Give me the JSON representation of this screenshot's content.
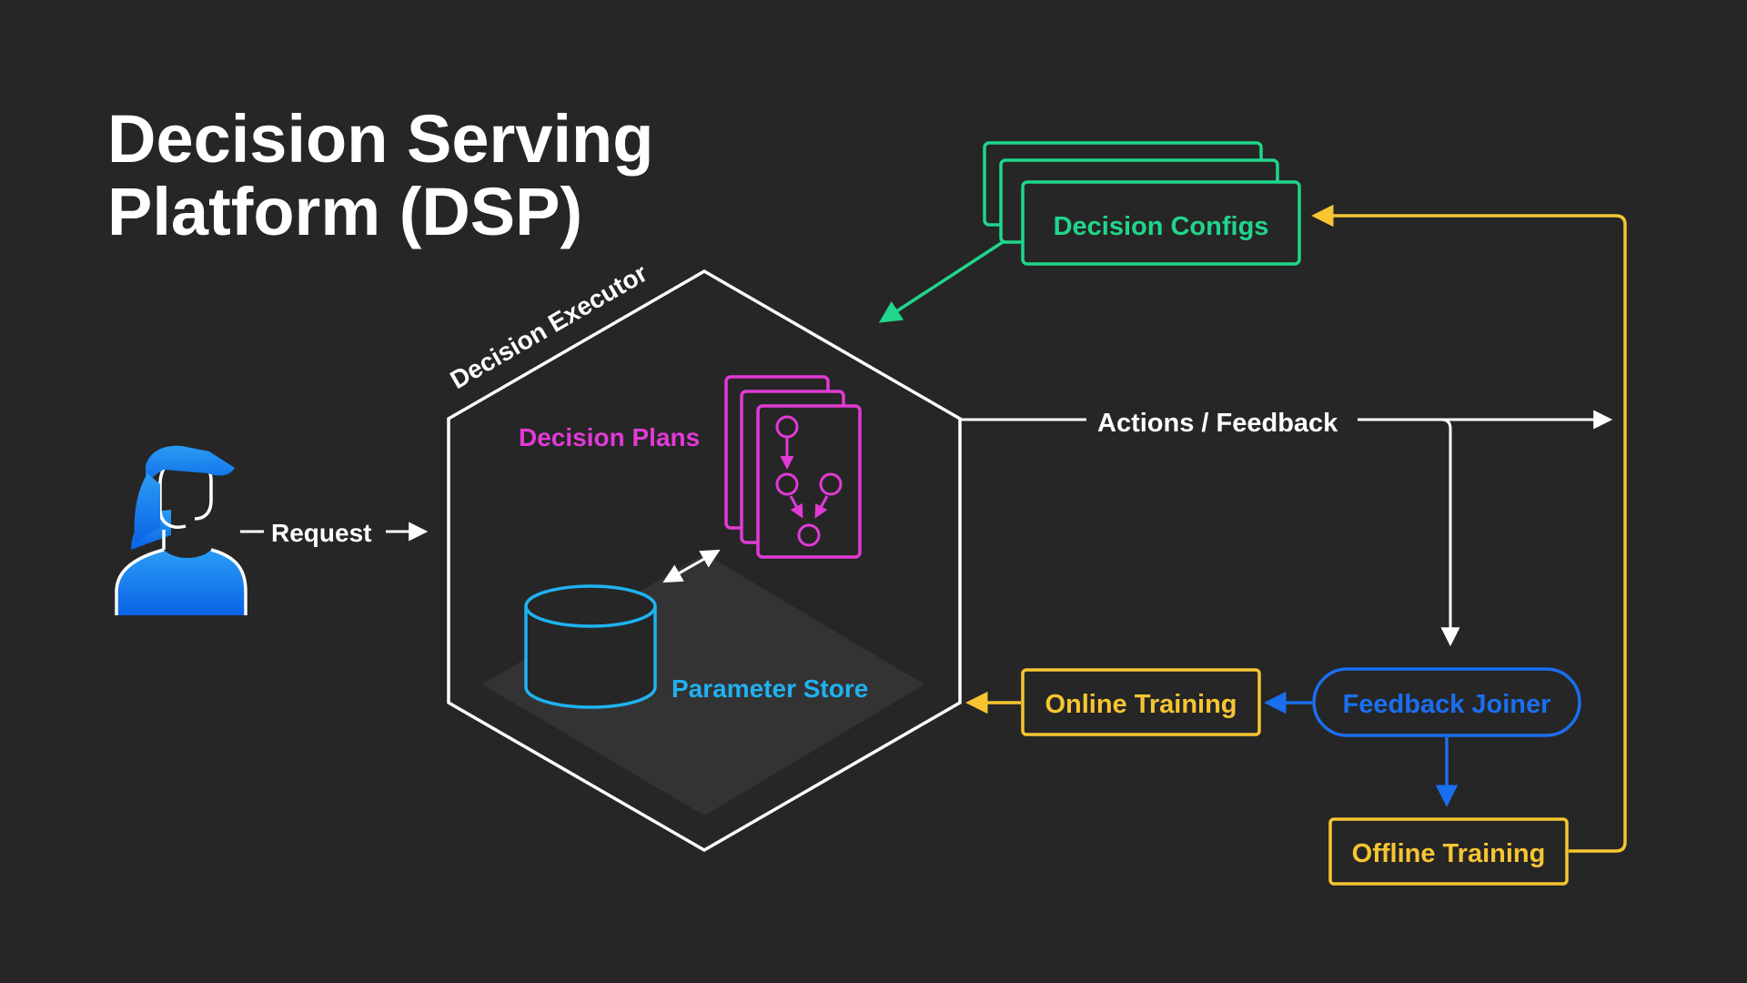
{
  "title": {
    "line1": "Decision Serving",
    "line2": "Platform (DSP)"
  },
  "labels": {
    "decision_executor": "Decision Executor",
    "decision_plans": "Decision Plans",
    "parameter_store": "Parameter Store",
    "decision_configs": "Decision Configs",
    "request": "Request",
    "actions_feedback": "Actions / Feedback",
    "online_training": "Online Training",
    "feedback_joiner": "Feedback Joiner",
    "offline_training": "Offline Training"
  },
  "colors": {
    "background": "#262626",
    "white": "#ffffff",
    "green": "#1fd68b",
    "magenta": "#e23ad6",
    "cyan": "#1fb2f0",
    "yellow": "#f6c531",
    "blue": "#1a6ff0",
    "user_gradient_top": "#2a9df4",
    "user_gradient_bottom": "#0a62e6"
  },
  "icons": [
    "user-icon",
    "database-icon",
    "plan-stack-icon",
    "config-stack-icon"
  ]
}
